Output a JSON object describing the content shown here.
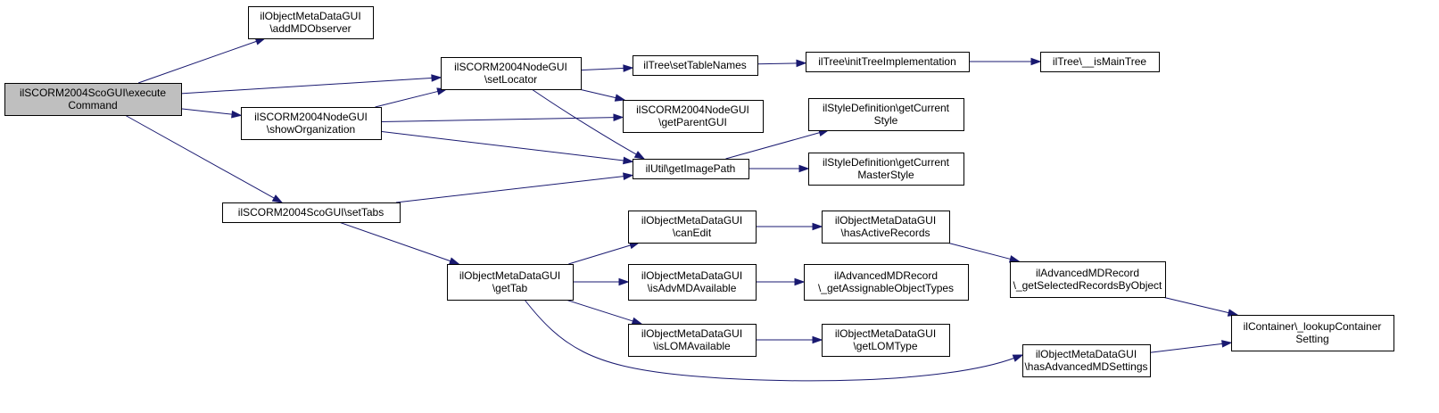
{
  "diagram": {
    "colors": {
      "edge": "#191970",
      "root_fill": "#bfbfbf",
      "node_fill": "#ffffff",
      "border": "#000000"
    },
    "nodes": [
      {
        "id": "root",
        "lines": [
          "ilSCORM2004ScoGUI\\execute",
          "Command"
        ],
        "root": true
      },
      {
        "id": "addMDObserver",
        "lines": [
          "ilObjectMetaDataGUI",
          "\\addMDObserver"
        ]
      },
      {
        "id": "setLocator",
        "lines": [
          "ilSCORM2004NodeGUI",
          "\\setLocator"
        ]
      },
      {
        "id": "showOrganization",
        "lines": [
          "ilSCORM2004NodeGUI",
          "\\showOrganization"
        ]
      },
      {
        "id": "setTabs",
        "lines": [
          "ilSCORM2004ScoGUI\\setTabs"
        ]
      },
      {
        "id": "setTableNames",
        "lines": [
          "ilTree\\setTableNames"
        ]
      },
      {
        "id": "initTreeImplementation",
        "lines": [
          "ilTree\\initTreeImplementation"
        ]
      },
      {
        "id": "isMainTree",
        "lines": [
          "ilTree\\__isMainTree"
        ]
      },
      {
        "id": "getParentGUI",
        "lines": [
          "ilSCORM2004NodeGUI",
          "\\getParentGUI"
        ]
      },
      {
        "id": "getImagePath",
        "lines": [
          "ilUtil\\getImagePath"
        ]
      },
      {
        "id": "getCurrentStyle",
        "lines": [
          "ilStyleDefinition\\getCurrent",
          "Style"
        ]
      },
      {
        "id": "getCurrentMasterStyle",
        "lines": [
          "ilStyleDefinition\\getCurrent",
          "MasterStyle"
        ]
      },
      {
        "id": "getTab",
        "lines": [
          "ilObjectMetaDataGUI",
          "\\getTab"
        ]
      },
      {
        "id": "canEdit",
        "lines": [
          "ilObjectMetaDataGUI",
          "\\canEdit"
        ]
      },
      {
        "id": "isAdvMDAvailable",
        "lines": [
          "ilObjectMetaDataGUI",
          "\\isAdvMDAvailable"
        ]
      },
      {
        "id": "isLOMAvailable",
        "lines": [
          "ilObjectMetaDataGUI",
          "\\isLOMAvailable"
        ]
      },
      {
        "id": "hasActiveRecords",
        "lines": [
          "ilObjectMetaDataGUI",
          "\\hasActiveRecords"
        ]
      },
      {
        "id": "getAssignableObjectTypes",
        "lines": [
          "ilAdvancedMDRecord",
          "\\_getAssignableObjectTypes"
        ]
      },
      {
        "id": "getLOMType",
        "lines": [
          "ilObjectMetaDataGUI",
          "\\getLOMType"
        ]
      },
      {
        "id": "getSelectedRecordsByObject",
        "lines": [
          "ilAdvancedMDRecord",
          "\\_getSelectedRecordsByObject"
        ]
      },
      {
        "id": "hasAdvancedMDSettings",
        "lines": [
          "ilObjectMetaDataGUI",
          "\\hasAdvancedMDSettings"
        ]
      },
      {
        "id": "lookupContainerSetting",
        "lines": [
          "ilContainer\\_lookupContainer",
          "Setting"
        ]
      }
    ],
    "edges": [
      [
        "root",
        "addMDObserver"
      ],
      [
        "root",
        "setLocator"
      ],
      [
        "root",
        "showOrganization"
      ],
      [
        "root",
        "setTabs"
      ],
      [
        "setLocator",
        "setTableNames"
      ],
      [
        "setLocator",
        "getParentGUI"
      ],
      [
        "setLocator",
        "getImagePath"
      ],
      [
        "showOrganization",
        "setLocator"
      ],
      [
        "showOrganization",
        "getParentGUI"
      ],
      [
        "showOrganization",
        "getImagePath"
      ],
      [
        "setTabs",
        "getImagePath"
      ],
      [
        "setTabs",
        "getTab"
      ],
      [
        "setTableNames",
        "initTreeImplementation"
      ],
      [
        "initTreeImplementation",
        "isMainTree"
      ],
      [
        "getImagePath",
        "getCurrentStyle"
      ],
      [
        "getImagePath",
        "getCurrentMasterStyle"
      ],
      [
        "getTab",
        "canEdit"
      ],
      [
        "getTab",
        "isAdvMDAvailable"
      ],
      [
        "getTab",
        "isLOMAvailable"
      ],
      [
        "getTab",
        "hasAdvancedMDSettings"
      ],
      [
        "canEdit",
        "hasActiveRecords"
      ],
      [
        "isAdvMDAvailable",
        "getAssignableObjectTypes"
      ],
      [
        "isLOMAvailable",
        "getLOMType"
      ],
      [
        "hasActiveRecords",
        "getSelectedRecordsByObject"
      ],
      [
        "getSelectedRecordsByObject",
        "lookupContainerSetting"
      ],
      [
        "hasAdvancedMDSettings",
        "lookupContainerSetting"
      ]
    ]
  }
}
